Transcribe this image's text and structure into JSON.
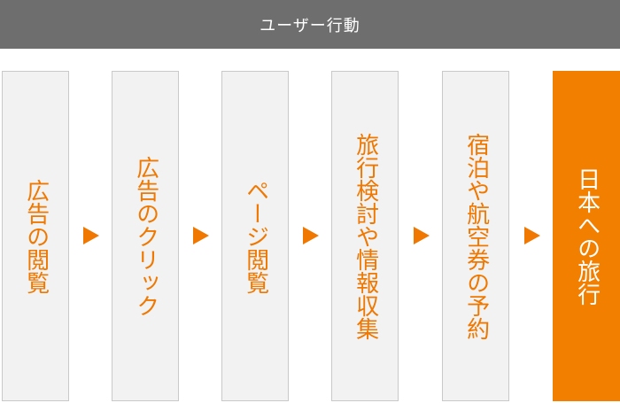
{
  "header": {
    "title": "ユーザー行動"
  },
  "steps": [
    {
      "label": "広告の閲覧"
    },
    {
      "label": "広告のクリック"
    },
    {
      "label": "ページ閲覧"
    },
    {
      "label": "旅行検討や情報収集"
    },
    {
      "label": "宿泊や航空券の予約"
    },
    {
      "label": "日本への旅行"
    }
  ],
  "colors": {
    "header_bg": "#6e6e6e",
    "accent": "#f07800",
    "step_bg": "#f2f2f2",
    "final_bg": "#f27f00"
  },
  "icons": {
    "arrow": "triangle-right-icon"
  }
}
